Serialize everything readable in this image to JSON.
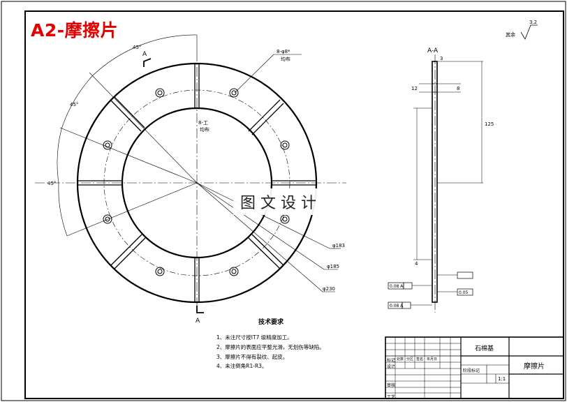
{
  "sheet": {
    "title": "A2-摩擦片"
  },
  "watermark": "图文设计",
  "front_view": {
    "section_marker": "A",
    "angle_labels": [
      "45°",
      "45°",
      "45°"
    ],
    "callout_holes": "8-φ8*",
    "callout_holes_sub": "均布",
    "callout_slots": "8-工",
    "callout_slots_sub": "均布",
    "dia_labels": [
      "φ183",
      "φ185",
      "φ230"
    ]
  },
  "section_view": {
    "label": "A-A",
    "dims": [
      "3",
      "12",
      "8",
      "125",
      "4"
    ],
    "tolerances": [
      "0.08 A",
      "0.05",
      "0.08 A"
    ]
  },
  "roughness": {
    "symbol": "3.2",
    "prefix": "其余"
  },
  "tech_requirements": {
    "title": "技术要求",
    "items": [
      "1、未注尺寸按IT7 级精度加工。",
      "2、摩擦片的表面应平整光滑，无划伤等缺陷。",
      "3、摩擦片不得有裂纹、起皮。",
      "4、未注倒角R1-R3。"
    ]
  },
  "title_block": {
    "material": "石棉基",
    "part_name": "摩擦片",
    "scale": "1:1",
    "row_labels": [
      "标记",
      "设计",
      "审核",
      "工艺"
    ],
    "col_labels": [
      "处数",
      "分区",
      "签名",
      "年月日"
    ],
    "stage_label": "阶段标记"
  }
}
